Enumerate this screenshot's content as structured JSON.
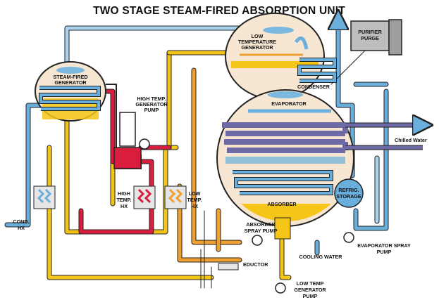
{
  "title": "TWO STAGE STEAM-FIRED ABSORPTION UNIT",
  "labels": {
    "steam_fired_generator": [
      "STEAM-FIRED",
      "GENERATOR"
    ],
    "low_temp_generator": [
      "LOW",
      "TEMPERATURE",
      "GENERATOR"
    ],
    "purifier_purge": [
      "PURIFIER",
      "PURGE"
    ],
    "high_temp_generator_pump": [
      "HIGH TEMP.",
      "GENERATOR",
      "PUMP"
    ],
    "condenser": "CONDENSER",
    "evaporator": "EVAPORATOR",
    "chilled_water": "Chilled Water",
    "cond_hx": [
      "COND.",
      "HX"
    ],
    "high_temp_hx": [
      "HIGH",
      "TEMP.",
      "HX"
    ],
    "low_temp_hx": [
      "LOW",
      "TEMP.",
      "HX"
    ],
    "absorber": "ABSORBER",
    "refrig_storage": [
      "REFRIG.",
      "STORAGE"
    ],
    "absorber_spray_pump": [
      "ABSORBER",
      "SPRAY PUMP"
    ],
    "cooling_water": "COOLING WATER",
    "evaporator_spray_pump": [
      "EVAPORATOR SPRAY",
      "PUMP"
    ],
    "eductor": "EDUCTOR",
    "low_temp_generator_pump": [
      "LOW TEMP",
      "GENERATOR",
      "PUMP"
    ]
  },
  "colors": {
    "yellow_solution": "#f5c518",
    "orange_solution": "#f0a030",
    "red_steam": "#d81e3c",
    "blue_water": "#6aaedc",
    "purple_chilled": "#6e6aa6",
    "vessel_fill": "#f6e6d2",
    "outline": "#222222"
  }
}
